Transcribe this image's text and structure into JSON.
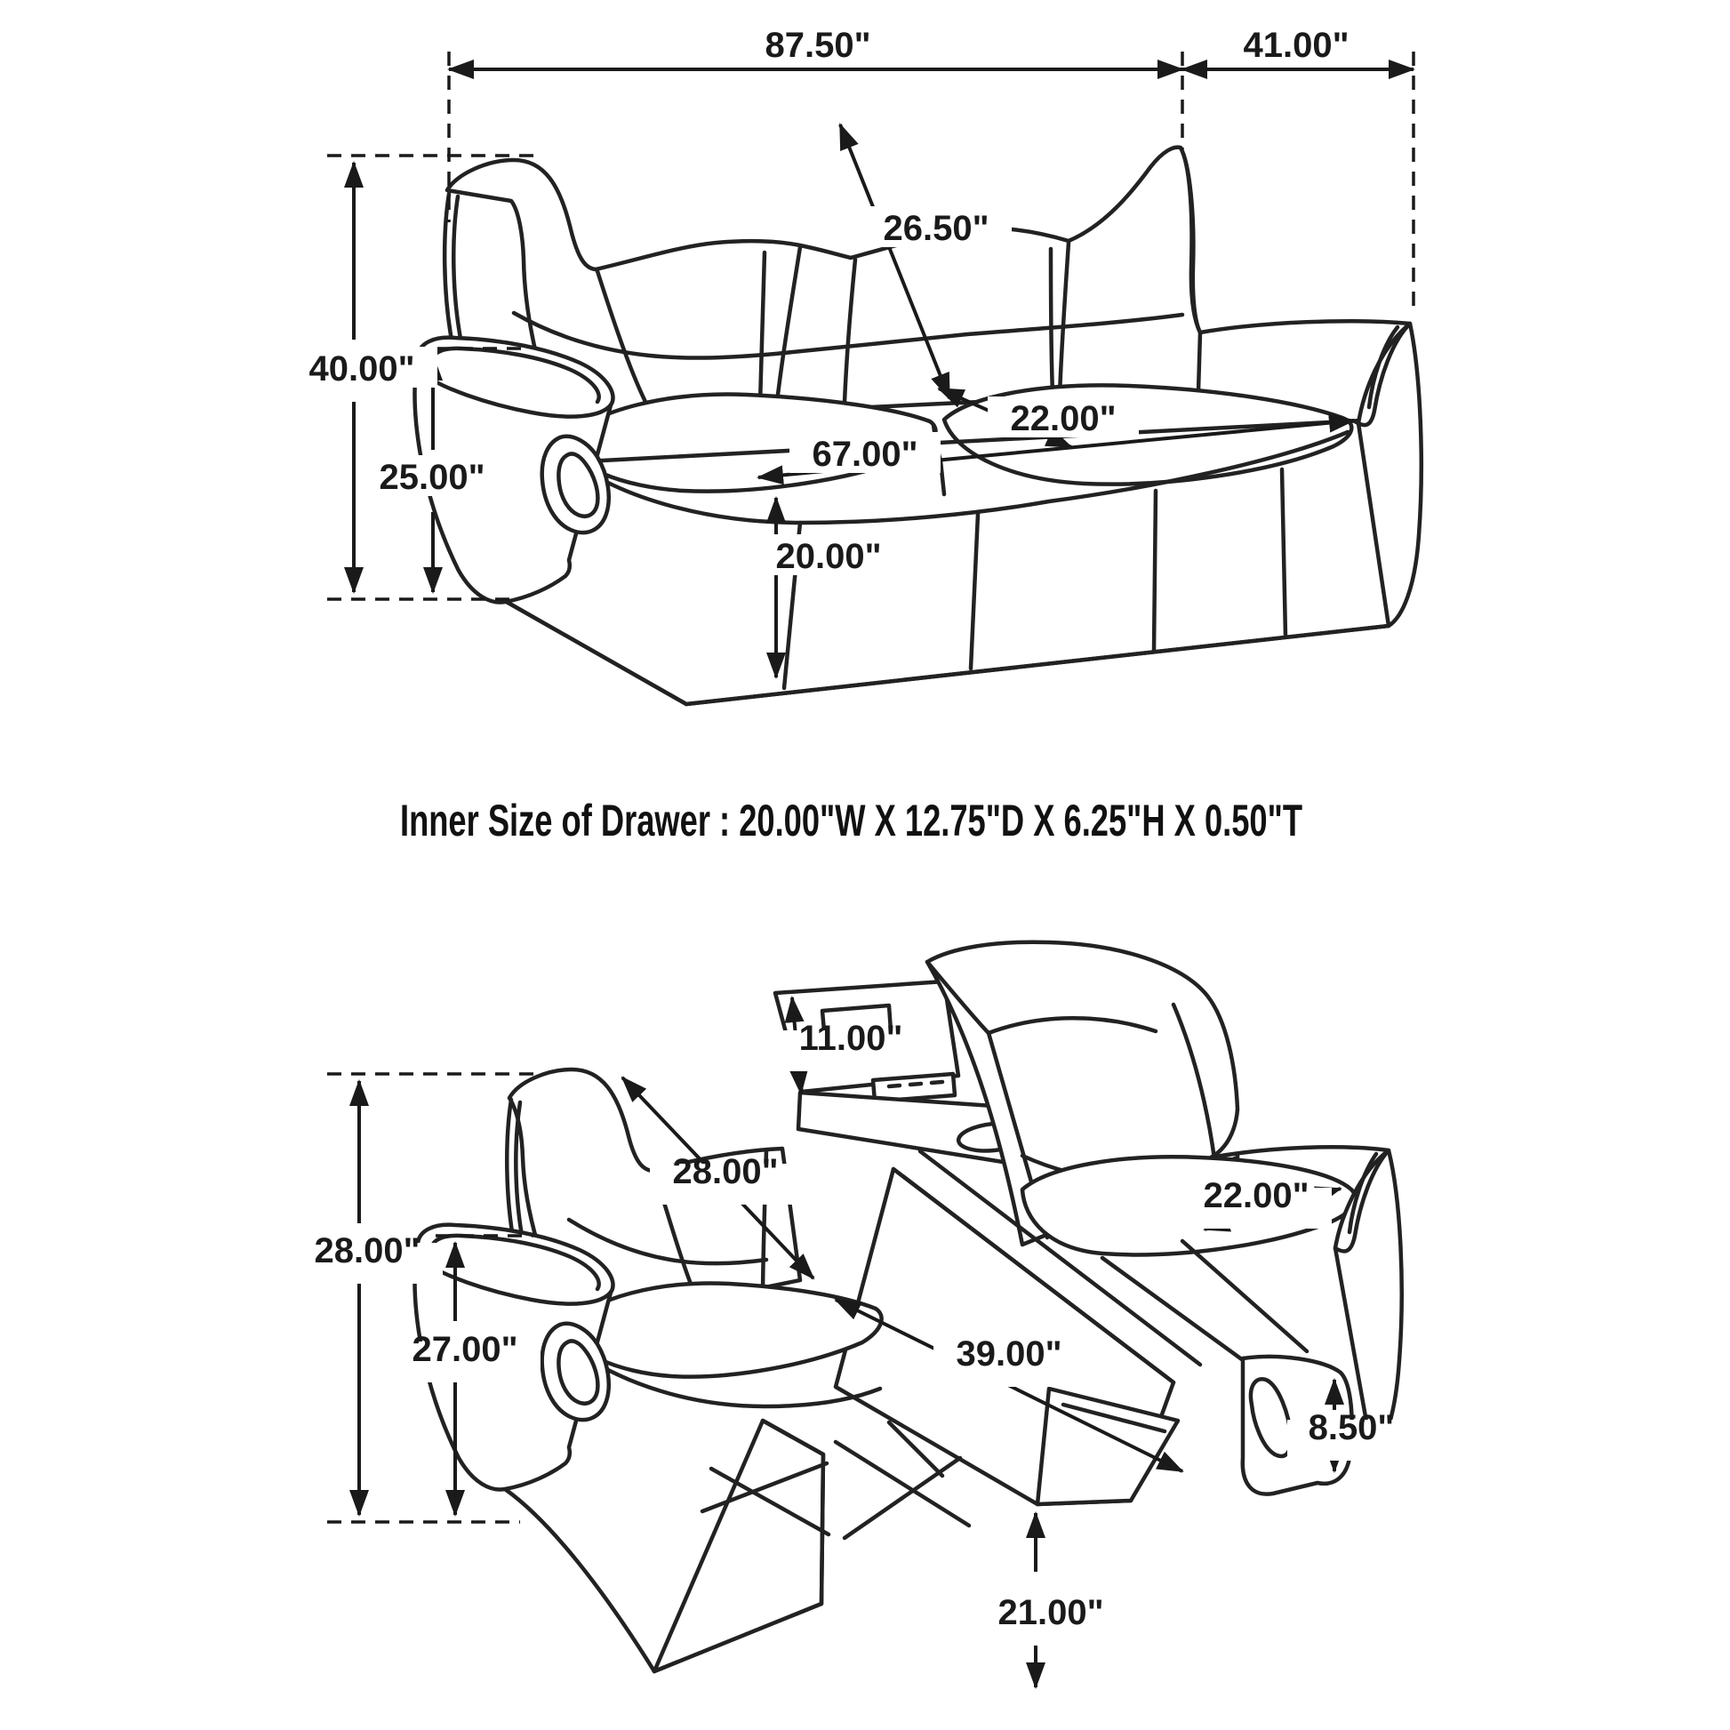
{
  "note": {
    "drawer_text": "Inner Size of Drawer : 20.00\"W X 12.75\"D X 6.25\"H X 0.50\"T"
  },
  "top_view": {
    "overall_width": "87.50\"",
    "overall_depth": "41.00\"",
    "overall_height": "40.00\"",
    "arm_height": "25.00\"",
    "back_diagonal": "26.50\"",
    "seat_depth": "22.00\"",
    "seat_width": "67.00\"",
    "seat_height": "20.00\""
  },
  "reclined_view": {
    "console_height": "11.00\"",
    "back_diagonal": "28.00\"",
    "overall_height": "28.00\"",
    "arm_height": "27.00\"",
    "seat_depth": "22.00\"",
    "recline_length": "39.00\"",
    "footrest_thickness": "8.50\"",
    "footrest_clearance": "21.00\""
  },
  "colors": {
    "line": "#222222",
    "background": "#ffffff"
  }
}
